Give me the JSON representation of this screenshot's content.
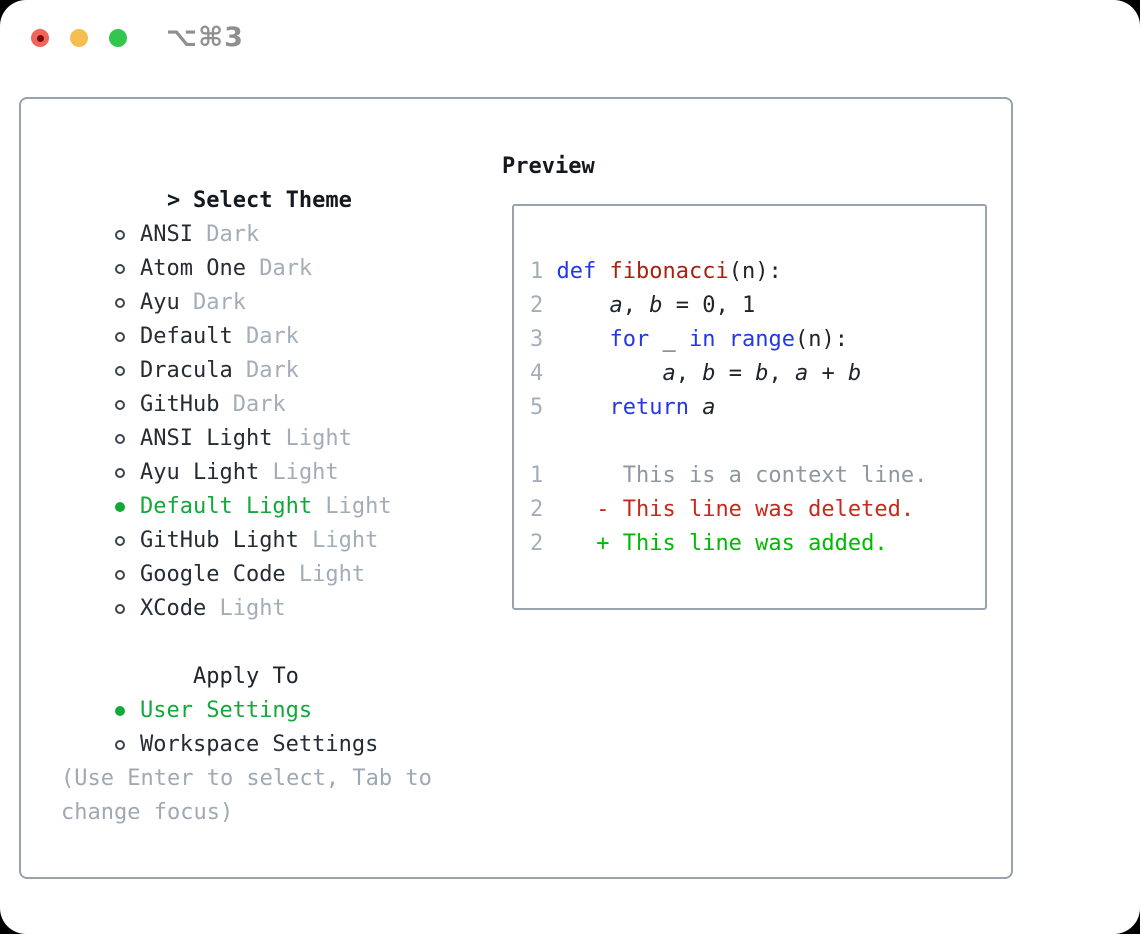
{
  "titlebar": {
    "title": "⌥⌘3",
    "controls": [
      "close-button",
      "minimize-button",
      "zoom-button"
    ]
  },
  "left_panel": {
    "header": {
      "prefix": ">",
      "label": "Select Theme"
    },
    "themes": [
      {
        "name": "ANSI",
        "tag": "Dark",
        "selected": false
      },
      {
        "name": "Atom One",
        "tag": "Dark",
        "selected": false
      },
      {
        "name": "Ayu",
        "tag": "Dark",
        "selected": false
      },
      {
        "name": "Default",
        "tag": "Dark",
        "selected": false
      },
      {
        "name": "Dracula",
        "tag": "Dark",
        "selected": false
      },
      {
        "name": "GitHub",
        "tag": "Dark",
        "selected": false
      },
      {
        "name": "ANSI Light",
        "tag": "Light",
        "selected": false
      },
      {
        "name": "Ayu Light",
        "tag": "Light",
        "selected": false
      },
      {
        "name": "Default Light",
        "tag": "Light",
        "selected": true
      },
      {
        "name": "GitHub Light",
        "tag": "Light",
        "selected": false
      },
      {
        "name": "Google Code",
        "tag": "Light",
        "selected": false
      },
      {
        "name": "XCode",
        "tag": "Light",
        "selected": false
      }
    ],
    "apply_to": {
      "label": "Apply To",
      "options": [
        {
          "name": "User Settings",
          "selected": true
        },
        {
          "name": "Workspace Settings",
          "selected": false
        }
      ]
    },
    "help_lines": [
      "(Use Enter to select, Tab to",
      "change focus)"
    ]
  },
  "preview": {
    "title": "Preview",
    "code_lines": [
      {
        "tokens": [
          [
            "num",
            "1 "
          ],
          [
            "kw",
            "def"
          ],
          [
            "pl",
            " "
          ],
          [
            "fn",
            "fibonacci"
          ],
          [
            "pl",
            "(n):"
          ]
        ]
      },
      {
        "tokens": [
          [
            "num",
            "2 "
          ],
          [
            "pl",
            "    "
          ],
          [
            "var",
            "a"
          ],
          [
            "pl",
            ", "
          ],
          [
            "var",
            "b"
          ],
          [
            "pl",
            " = 0, 1"
          ]
        ]
      },
      {
        "tokens": [
          [
            "num",
            "3 "
          ],
          [
            "pl",
            "    "
          ],
          [
            "kw",
            "for"
          ],
          [
            "pl",
            " _ "
          ],
          [
            "kw",
            "in"
          ],
          [
            "pl",
            " "
          ],
          [
            "kw",
            "range"
          ],
          [
            "pl",
            "(n):"
          ]
        ]
      },
      {
        "tokens": [
          [
            "num",
            "4 "
          ],
          [
            "pl",
            "        "
          ],
          [
            "var",
            "a"
          ],
          [
            "pl",
            ", "
          ],
          [
            "var",
            "b"
          ],
          [
            "pl",
            " = "
          ],
          [
            "var",
            "b"
          ],
          [
            "pl",
            ", "
          ],
          [
            "var",
            "a"
          ],
          [
            "pl",
            " + "
          ],
          [
            "var",
            "b"
          ]
        ]
      },
      {
        "tokens": [
          [
            "num",
            "5 "
          ],
          [
            "pl",
            "    "
          ],
          [
            "kw",
            "return"
          ],
          [
            "pl",
            " "
          ],
          [
            "var",
            "a"
          ]
        ]
      },
      {
        "tokens": []
      },
      {
        "tokens": [
          [
            "num",
            "1 "
          ],
          [
            "ctx",
            "     This is a context line."
          ]
        ]
      },
      {
        "tokens": [
          [
            "num",
            "2 "
          ],
          [
            "del",
            "   - This line was deleted."
          ]
        ]
      },
      {
        "tokens": [
          [
            "num",
            "2 "
          ],
          [
            "add",
            "   + This line was added."
          ]
        ]
      }
    ]
  },
  "colors": {
    "accent_green": "#12a83a",
    "keyword_blue": "#2238e6",
    "function_red": "#a8220f",
    "diff_deleted_red": "#c8291a",
    "diff_added_green": "#00ba00",
    "muted_gray": "#a3adb8",
    "context_gray": "#8e98a2",
    "text_black": "#20252b",
    "border_gray": "#9aa3ad",
    "traffic_red": "#f0655b",
    "traffic_yellow": "#f5bf4f",
    "traffic_green": "#32c74c",
    "title_gray": "#8f8f8f"
  }
}
